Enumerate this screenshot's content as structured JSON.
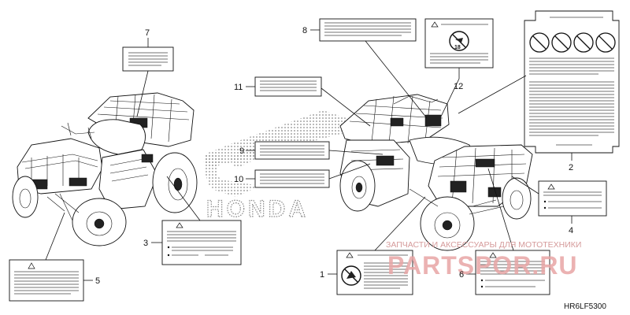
{
  "diagram": {
    "brand_logo_text": "HONDA",
    "watermark": {
      "line1": "ЗАПЧАСТИ И АКСЕССУАРЫ ДЛЯ МОТОТЕХНИКИ",
      "line2": "PARTSPOR.RU",
      "color": "#e8a5a5"
    },
    "diagram_code": "HR6LF5300",
    "callouts": [
      "1",
      "2",
      "3",
      "4",
      "5",
      "6",
      "7",
      "8",
      "9",
      "10",
      "11",
      "12"
    ],
    "label_badge": "18",
    "icons": [
      "warning-triangle-icon",
      "no-passenger-icon",
      "age-restriction-icon",
      "prohibition-icon"
    ]
  }
}
